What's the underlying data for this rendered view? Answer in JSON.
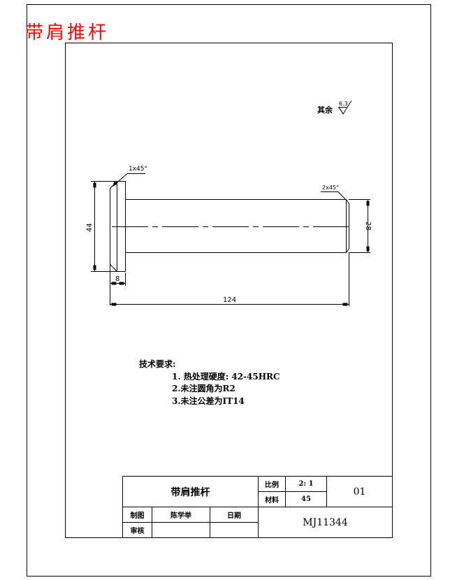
{
  "drawing": {
    "header_title": "带肩推杆",
    "title_color": "#ff0000",
    "line_color": "#000000"
  },
  "surface_finish": {
    "label": "其余",
    "roughness_value": "6.3"
  },
  "dimensions": {
    "flange_chamfer": "1x45°",
    "shaft_chamfer": "2x45°",
    "flange_diameter": "44",
    "shaft_diameter": "28",
    "flange_thickness": "8",
    "overall_length": "124"
  },
  "technical_requirements": {
    "heading": "技术要求:",
    "items": [
      "1. 热处理硬度: 42-45HRC",
      "2.未注圆角为R2",
      "3.未注公差为IT14"
    ]
  },
  "title_block": {
    "part_name": "带肩推杆",
    "scale_label": "比例",
    "scale_value": "2: 1",
    "material_label": "材料",
    "material_value": "45",
    "sheet_number": "01",
    "drawn_by_label": "制图",
    "drawn_by_value": "陈学举",
    "date_label": "日期",
    "date_value": "",
    "checked_by_label": "审核",
    "checked_by_value": "",
    "drawing_number": "MJ11344"
  }
}
